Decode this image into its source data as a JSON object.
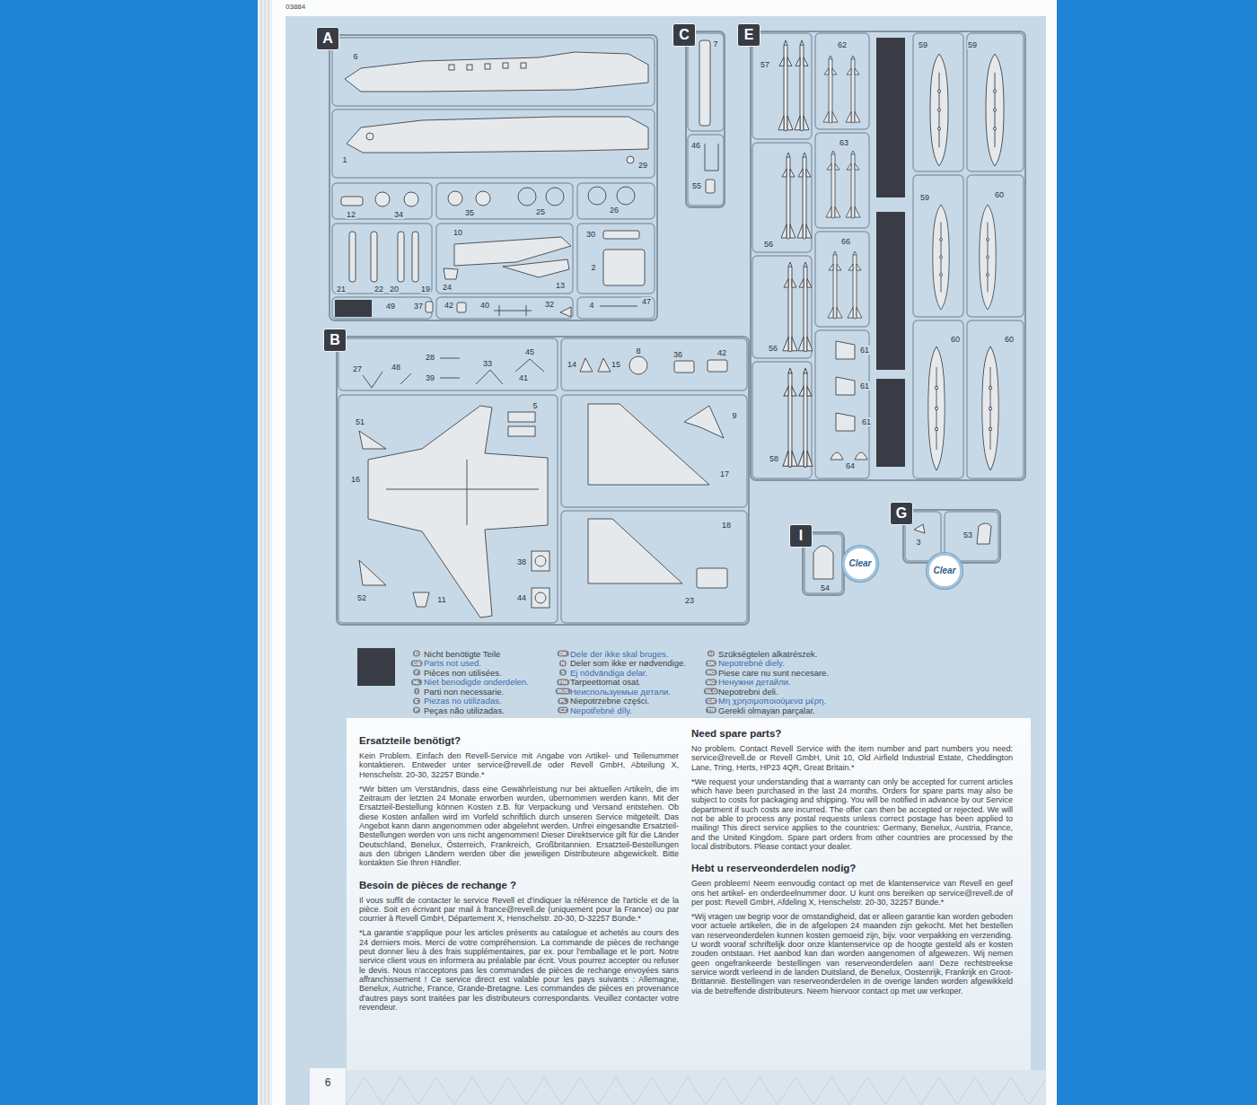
{
  "diagram": {
    "nodes": [
      {
        "text": [
          "A"
        ]
      },
      {
        "text": [
          "C"
        ]
      },
      {
        "text": [
          "E"
        ]
      },
      {
        "text": [
          "B"
        ]
      },
      {
        "text": [
          "I"
        ]
      },
      {
        "text": [
          "G"
        ]
      },
      {
        "text": [
          "Clear"
        ]
      },
      {
        "text": [
          "Clear"
        ]
      }
    ],
    "labels": [
      "03884",
      "6",
      "1",
      "29",
      "12",
      "34",
      "35",
      "25",
      "26",
      "21",
      "22",
      "20",
      "19",
      "10",
      "24",
      "13",
      "30",
      "2",
      "49",
      "37",
      "42",
      "40",
      "32",
      "4",
      "47",
      "7",
      "46",
      "55",
      "57",
      "62",
      "59",
      "59",
      "56",
      "63",
      "59",
      "60",
      "66",
      "56",
      "61",
      "60",
      "60",
      "61",
      "61",
      "58",
      "64",
      "27",
      "48",
      "28",
      "39",
      "33",
      "41",
      "45",
      "14",
      "15",
      "8",
      "36",
      "42",
      "51",
      "5",
      "16",
      "38",
      "52",
      "11",
      "44",
      "9",
      "17",
      "18",
      "23",
      "3",
      "53",
      "54",
      "D",
      "GB",
      "F",
      "NL",
      "I",
      "E",
      "P",
      "DK",
      "N",
      "S",
      "FIN",
      "RUS",
      "PL",
      "CZ",
      "H",
      "SK",
      "RO",
      "BG",
      "SLO",
      "GR",
      "TR",
      "Ersatzteile benötigt?",
      "Kein Problem. Einfach den Revell-Service mit Angabe von Artikel- und Teilenummer kontaktieren. Entweder unter service@revell.de oder Revell GmbH, Abteilung X, Henschelstr. 20-30, 32257 Bünde.*",
      "*Wir bitten um Verständnis, dass eine Gewährleistung nur bei aktuellen Artikeln, die im Zeitraum der letzten 24 Monate erworben wurden, übernommen werden kann. Mit der Ersatzteil-Bestellung können Kosten z.B. für Verpackung und Versand entstehen. Ob diese Kosten anfallen wird im Vorfeld schriftlich durch unseren Service mitgeteilt. Das Angebot kann dann angenommen oder abgelehnt werden. Unfrei eingesandte Ersatzteil-Bestellungen werden von uns nicht angenommen! Dieser Direktservice gilt für die Länder Deutschland, Benelux, Österreich, Frankreich, Großbritannien. Ersatzteil-Bestellungen aus den übrigen Ländern werden über die jeweiligen Distributeure abgewickelt. Bitte kontakten Sie Ihren Händler.",
      "Need spare parts?",
      "No problem. Contact Revell Service with the item number and part numbers you need: service@revell.de or Revell GmbH, Unit 10, Old Airfield Industrial Estate, Cheddington Lane, Tring, Herts, HP23 4QR, Great Britain.*",
      "*We request your understanding that a warranty can only be accepted for current articles which have been purchased in the last 24 months. Orders for spare parts may also be subject to costs for packaging and shipping. You will be notified in advance by our Service department if such costs are incurred. The offer can then be accepted or rejected. We will not be able to process any postal requests unless correct postage has been applied to mailing! This direct service applies to the countries: Germany, Benelux, Austria, France, and the United Kingdom. Spare part orders from other countries are processed by the local distributors. Please contact your dealer.",
      "Besoin de pièces de rechange ?",
      "Il vous suffit de contacter le service Revell et d'indiquer la référence de l'article et de la pièce. Soit en écrivant par mail à france@revell.de (uniquement pour la France) ou par courrier à Revell GmbH, Département X, Henschelstr. 20-30, D-32257 Bünde.*",
      "*La garantie s'applique pour les articles présents au catalogue et achetés au cours des 24 derniers mois. Merci de votre compréhension. La commande de pièces de rechange peut donner lieu à des frais supplémentaires, par ex. pour l'emballage et le port. Notre service client vous en informera au préalable par écrit. Vous pourrez accepter ou refuser le devis. Nous n'acceptons pas les commandes de pièces de rechange envoyées sans affranchissement ! Ce service direct est valable pour les pays suivants : Allemagne, Benelux, Autriche, France, Grande-Bretagne. Les commandes de pièces en provenance d'autres pays sont traitées par les distributeurs correspondants. Veuillez contacter votre revendeur.",
      "Hebt u reserveonderdelen nodig?",
      "Geen probleem! Neem eenvoudig contact op met de klantenservice van Revell en geef ons het artikel- en onderdeelnummer door. U kunt ons bereiken op service@revell.de of per post: Revell GmbH, Afdeling X, Henschelstr. 20-30, 32257 Bünde.*",
      "*Wij vragen uw begrip voor de omstandigheid, dat er alleen garantie kan worden geboden voor actuele artikelen, die in de afgelopen 24 maanden zijn gekocht. Met het bestellen van reserveonderdelen kunnen kosten gemoeid zijn, bijv. voor verpakking en verzending. U wordt vooraf schriftelijk door onze klantenservice op de hoogte gesteld als er kosten zouden ontstaan. Het aanbod kan dan worden aangenomen of afgewezen. Wij nemen geen ongefrankeerde bestellingen van reserveonderdelen aan! Deze rechtstreekse service wordt verleend in de landen Duitsland, de Benelux, Oostenrijk, Frankrijk en Groot-Brittannië. Bestellingen van reserveonderdelen in de overige landen worden afgewikkeld via de betreffende distributeurs. Neem hiervoor contact op met uw verkoper.",
      "6"
    ],
    "legend": [
      {
        "text": "Nicht benötigte Teile",
        "color": "#3a3c45"
      },
      {
        "text": "Parts not used."
      },
      {
        "text": "Pièces non utilisées."
      },
      {
        "text": "Niet benodigde onderdelen."
      },
      {
        "text": "Parti non necessarie."
      },
      {
        "text": "Piezas no utilizadas."
      },
      {
        "text": "Peças não utilizadas."
      },
      {
        "text": "Dele der ikke skal bruges."
      },
      {
        "text": "Deler som ikke er nødvendige."
      },
      {
        "text": "Ej nödvändiga delar."
      },
      {
        "text": "Tarpeettomat osat."
      },
      {
        "text": "Неиспользуемые детали."
      },
      {
        "text": "Niepotrzebne części."
      },
      {
        "text": "Nepotřebné díly."
      },
      {
        "text": "Szükségtelen alkatrészek."
      },
      {
        "text": "Nepotrebné diely."
      },
      {
        "text": "Piese care nu sunt necesare."
      },
      {
        "text": "Ненужни детайли."
      },
      {
        "text": "Nepotrebni deli."
      },
      {
        "text": "Μη χρησιμοποιούμενα μέρη."
      },
      {
        "text": "Gerekli olmayan parçalar."
      }
    ]
  }
}
